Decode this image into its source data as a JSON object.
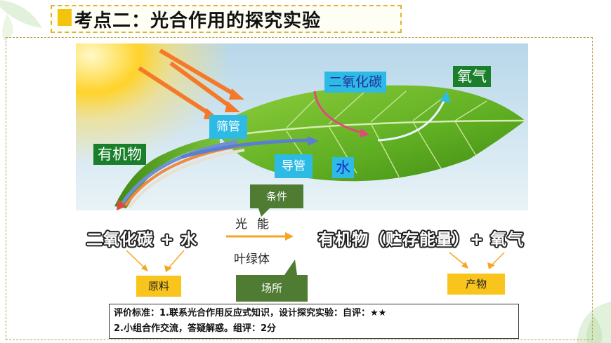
{
  "title": {
    "text": "考点二：光合作用的探究实验"
  },
  "diagram": {
    "sieve_tube": "筛管",
    "organic_matter": "有机物",
    "vessel": "导管",
    "water": "水",
    "carbon_dioxide": "二氧化碳",
    "oxygen": "氧气"
  },
  "equation": {
    "left": "二氧化碳 + 水",
    "right": "有机物（贮存能量）+ 氧气",
    "light": "光能",
    "chlorophyll": "叶绿体",
    "condition": "条件",
    "site": "场所",
    "raw_material": "原料",
    "product": "产物"
  },
  "criteria": {
    "line1": "评价标准：1.联系光合作用反应式知识，设计探究实验：自评：★★",
    "line2": "2.小组合作交流，答疑解惑。组评：2分"
  },
  "colors": {
    "accent_yellow": "#f9c51d",
    "label_cyan": "#2dbbe6",
    "label_green": "#1a7f2a",
    "box_green": "#4f7b33"
  }
}
